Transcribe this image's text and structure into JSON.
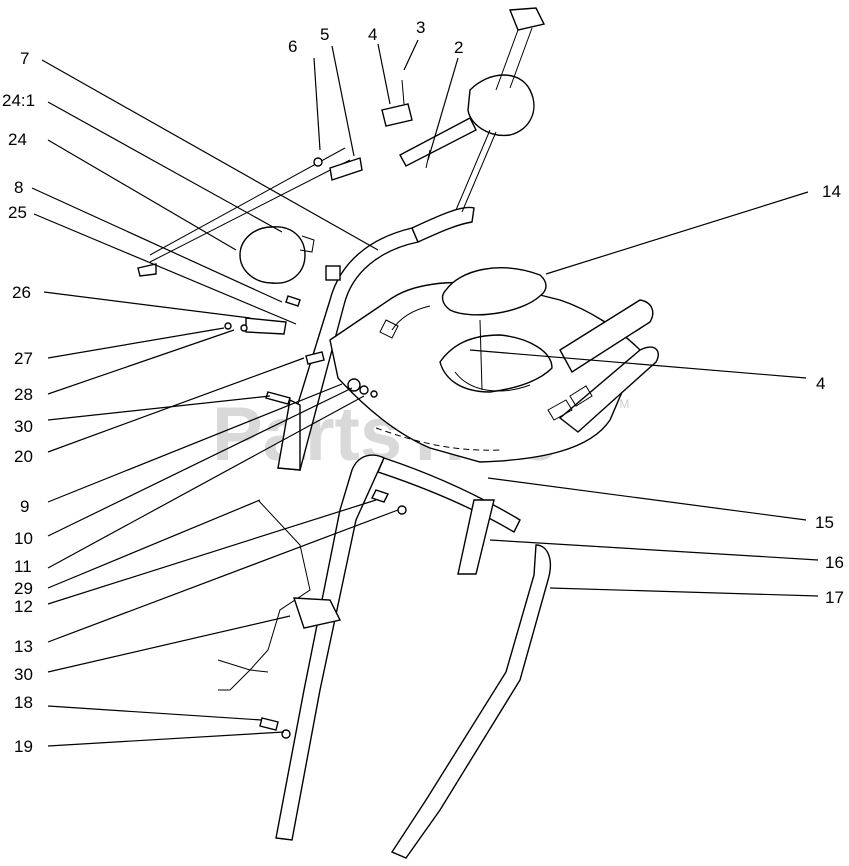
{
  "diagram": {
    "watermark": "PartsTree",
    "watermark_mark": "TM",
    "callouts": [
      {
        "id": "c-7",
        "label": "7"
      },
      {
        "id": "c-24-1",
        "label": "24:1"
      },
      {
        "id": "c-24",
        "label": "24"
      },
      {
        "id": "c-8",
        "label": "8"
      },
      {
        "id": "c-25",
        "label": "25"
      },
      {
        "id": "c-26",
        "label": "26"
      },
      {
        "id": "c-27",
        "label": "27"
      },
      {
        "id": "c-28",
        "label": "28"
      },
      {
        "id": "c-30a",
        "label": "30"
      },
      {
        "id": "c-20",
        "label": "20"
      },
      {
        "id": "c-9",
        "label": "9"
      },
      {
        "id": "c-10",
        "label": "10"
      },
      {
        "id": "c-11",
        "label": "11"
      },
      {
        "id": "c-29",
        "label": "29"
      },
      {
        "id": "c-12",
        "label": "12"
      },
      {
        "id": "c-13",
        "label": "13"
      },
      {
        "id": "c-30b",
        "label": "30"
      },
      {
        "id": "c-18",
        "label": "18"
      },
      {
        "id": "c-19",
        "label": "19"
      },
      {
        "id": "c-6",
        "label": "6"
      },
      {
        "id": "c-5",
        "label": "5"
      },
      {
        "id": "c-4a",
        "label": "4"
      },
      {
        "id": "c-3",
        "label": "3"
      },
      {
        "id": "c-2",
        "label": "2"
      },
      {
        "id": "c-14",
        "label": "14"
      },
      {
        "id": "c-4b",
        "label": "4"
      },
      {
        "id": "c-15",
        "label": "15"
      },
      {
        "id": "c-16",
        "label": "16"
      },
      {
        "id": "c-17",
        "label": "17"
      }
    ]
  }
}
